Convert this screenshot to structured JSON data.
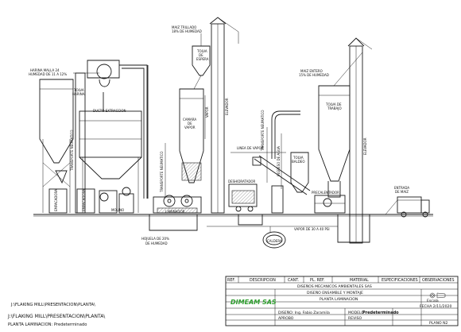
{
  "labels": {
    "harina_malla": [
      "HARINA MALLA 24",
      "HUMEDAD DE 11 A 12%"
    ],
    "tolva_harina": [
      "TOLVA",
      "HARINA"
    ],
    "ducto_extraccion": "DUCTO EXTRACCION",
    "transporte_neumatico_left": "TRANSPORTE NEUMATICO",
    "maiz_trillado": [
      "MAIZ TRILLADO",
      "18% DE HUMEDAD"
    ],
    "tolva_espera": [
      "TOLVA",
      "DE",
      "ESPERA"
    ],
    "camara_vapor": [
      "CAMARA",
      "DE",
      "VAPOR"
    ],
    "vapor_small": "VAPOR",
    "elevador_center": "ELEVADOR",
    "transporte_neumatico_center": "TRANSPORTE NEUMATICO",
    "transporte_neumatico_right": "TRANSPORTE NEUMATICO",
    "linea_vapor": "LINEA DE VAPOR",
    "deshidratador": "DESHIDRATADOR",
    "ingreso_agua": "INGRESO DE AGUA",
    "tolva_baldeo": [
      "TOLVA",
      "BALDEO"
    ],
    "maiz_entero": [
      "MAIZ ENTERO",
      "15% DE HUMEDAD"
    ],
    "tolva_trabajo": [
      "TOLVA DE",
      "TRABAJO"
    ],
    "elevador_right": "ELEVADOR",
    "precalentador": "PRECALENTADOR",
    "entrada_maiz": [
      "ENTRADA",
      "DE MAIZ"
    ],
    "vapor_30_40": "VAPOR DE 30 A 40 PSI",
    "caldera": "CALDERA",
    "laminador": "LAMINADOR",
    "hojuela": [
      "HOJUELA DE 20%",
      "DE HUMEDAD"
    ],
    "empacadora": "EMPACADORA",
    "empacadora2": "EMPACADORA",
    "molino": "MOLINO"
  },
  "title_block": {
    "headers": [
      "REF.",
      "DESCRIPCION",
      "CANT.",
      "PL. REF.",
      "MATERIAL",
      "ESPECIFICACIONES",
      "OBSERVACIONES"
    ],
    "line1": "DISEÑOS MECANICOS AMBIENTALES SAS",
    "line2": "DISEÑO  ENSAMBLE Y MONTAJE",
    "line3": "PLANTA LAMINACION",
    "company": "DIMEAM SAS",
    "escala_label": "Escala",
    "fecha": "FECHA 2/11/2020",
    "diseno": "DISEÑO: Ing. Fabio Zaramila",
    "modelo_label": "MODELO",
    "modelo_value": "Predeterminado",
    "aprobo": "APROBO",
    "reviso": "REVISO",
    "plano": "PLANO N2"
  },
  "paths": {
    "line1": "J:\\FLAKING MILL\\PRESENTACION\\PLANTA\\",
    "line2": "J:\\FLAKING MILL\\PRESENTACION\\PLANTA\\",
    "line3": "PLANTA LAMINACION: Predeterminado"
  }
}
